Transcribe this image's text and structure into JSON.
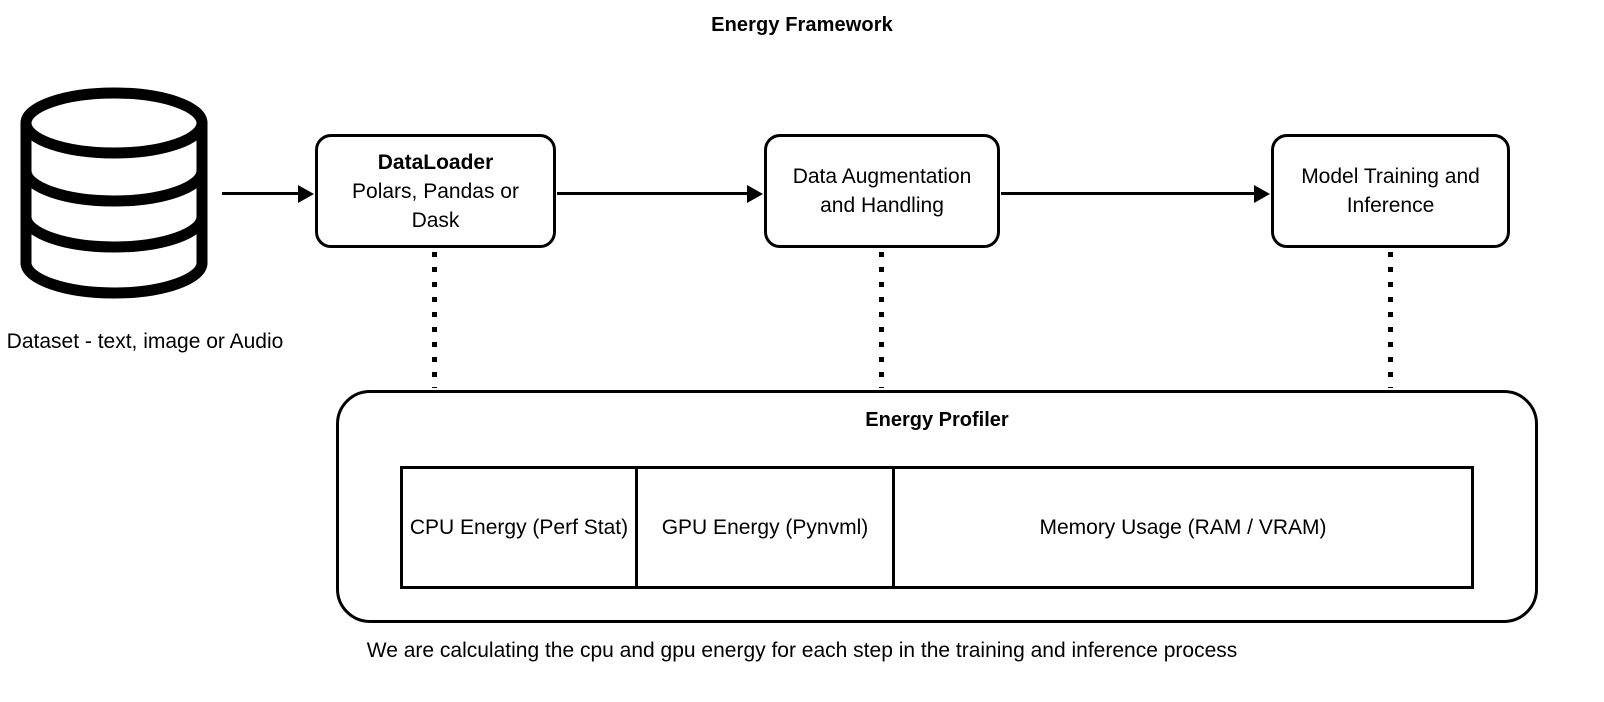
{
  "diagram": {
    "title": "Energy Framework",
    "caption": "We are calculating the cpu and gpu energy for each step in the training and inference process"
  },
  "source": {
    "icon": "database-cylinder-icon",
    "caption": "Dataset - text, image or Audio"
  },
  "pipeline": {
    "nodes": [
      {
        "id": "dataloader",
        "title": "DataLoader",
        "subtitle": "Polars, Pandas or Dask"
      },
      {
        "id": "augmentation",
        "title": "",
        "subtitle": "Data Augmentation and Handling"
      },
      {
        "id": "training",
        "title": "",
        "subtitle": "Model Training and Inference"
      }
    ]
  },
  "profiler": {
    "title": "Energy Profiler",
    "metrics": [
      {
        "id": "cpu",
        "label": "CPU Energy (Perf Stat)"
      },
      {
        "id": "gpu",
        "label": "GPU Energy (Pynvml)"
      },
      {
        "id": "memory",
        "label": "Memory Usage (RAM / VRAM)"
      }
    ]
  },
  "style": {
    "stroke_color": "#000000",
    "background_color": "#ffffff"
  }
}
